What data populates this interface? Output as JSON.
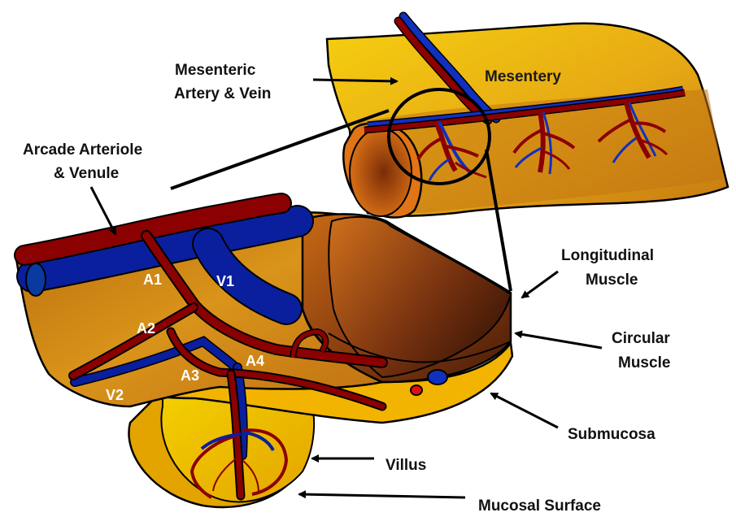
{
  "labels": {
    "mesenteric_artery_vein": [
      "Mesenteric",
      "Artery & Vein"
    ],
    "mesentery": "Mesentery",
    "arcade": [
      "Arcade Arteriole",
      "& Venule"
    ],
    "longitudinal_muscle": [
      "Longitudinal",
      "Muscle"
    ],
    "circular_muscle": [
      "Circular",
      "Muscle"
    ],
    "submucosa": "Submucosa",
    "villus": "Villus",
    "mucosal_surface": "Mucosal Surface"
  },
  "vessel_labels": {
    "a1": "A1",
    "v1": "V1",
    "a2": "A2",
    "a3": "A3",
    "a4": "A4",
    "v2": "V2"
  },
  "colors": {
    "artery": "#8b0000",
    "vein": "#0a1f9e",
    "mesentery": "#f2c200",
    "tissue": "#d48a10",
    "muscle": "#a04000",
    "outline": "#000000"
  }
}
